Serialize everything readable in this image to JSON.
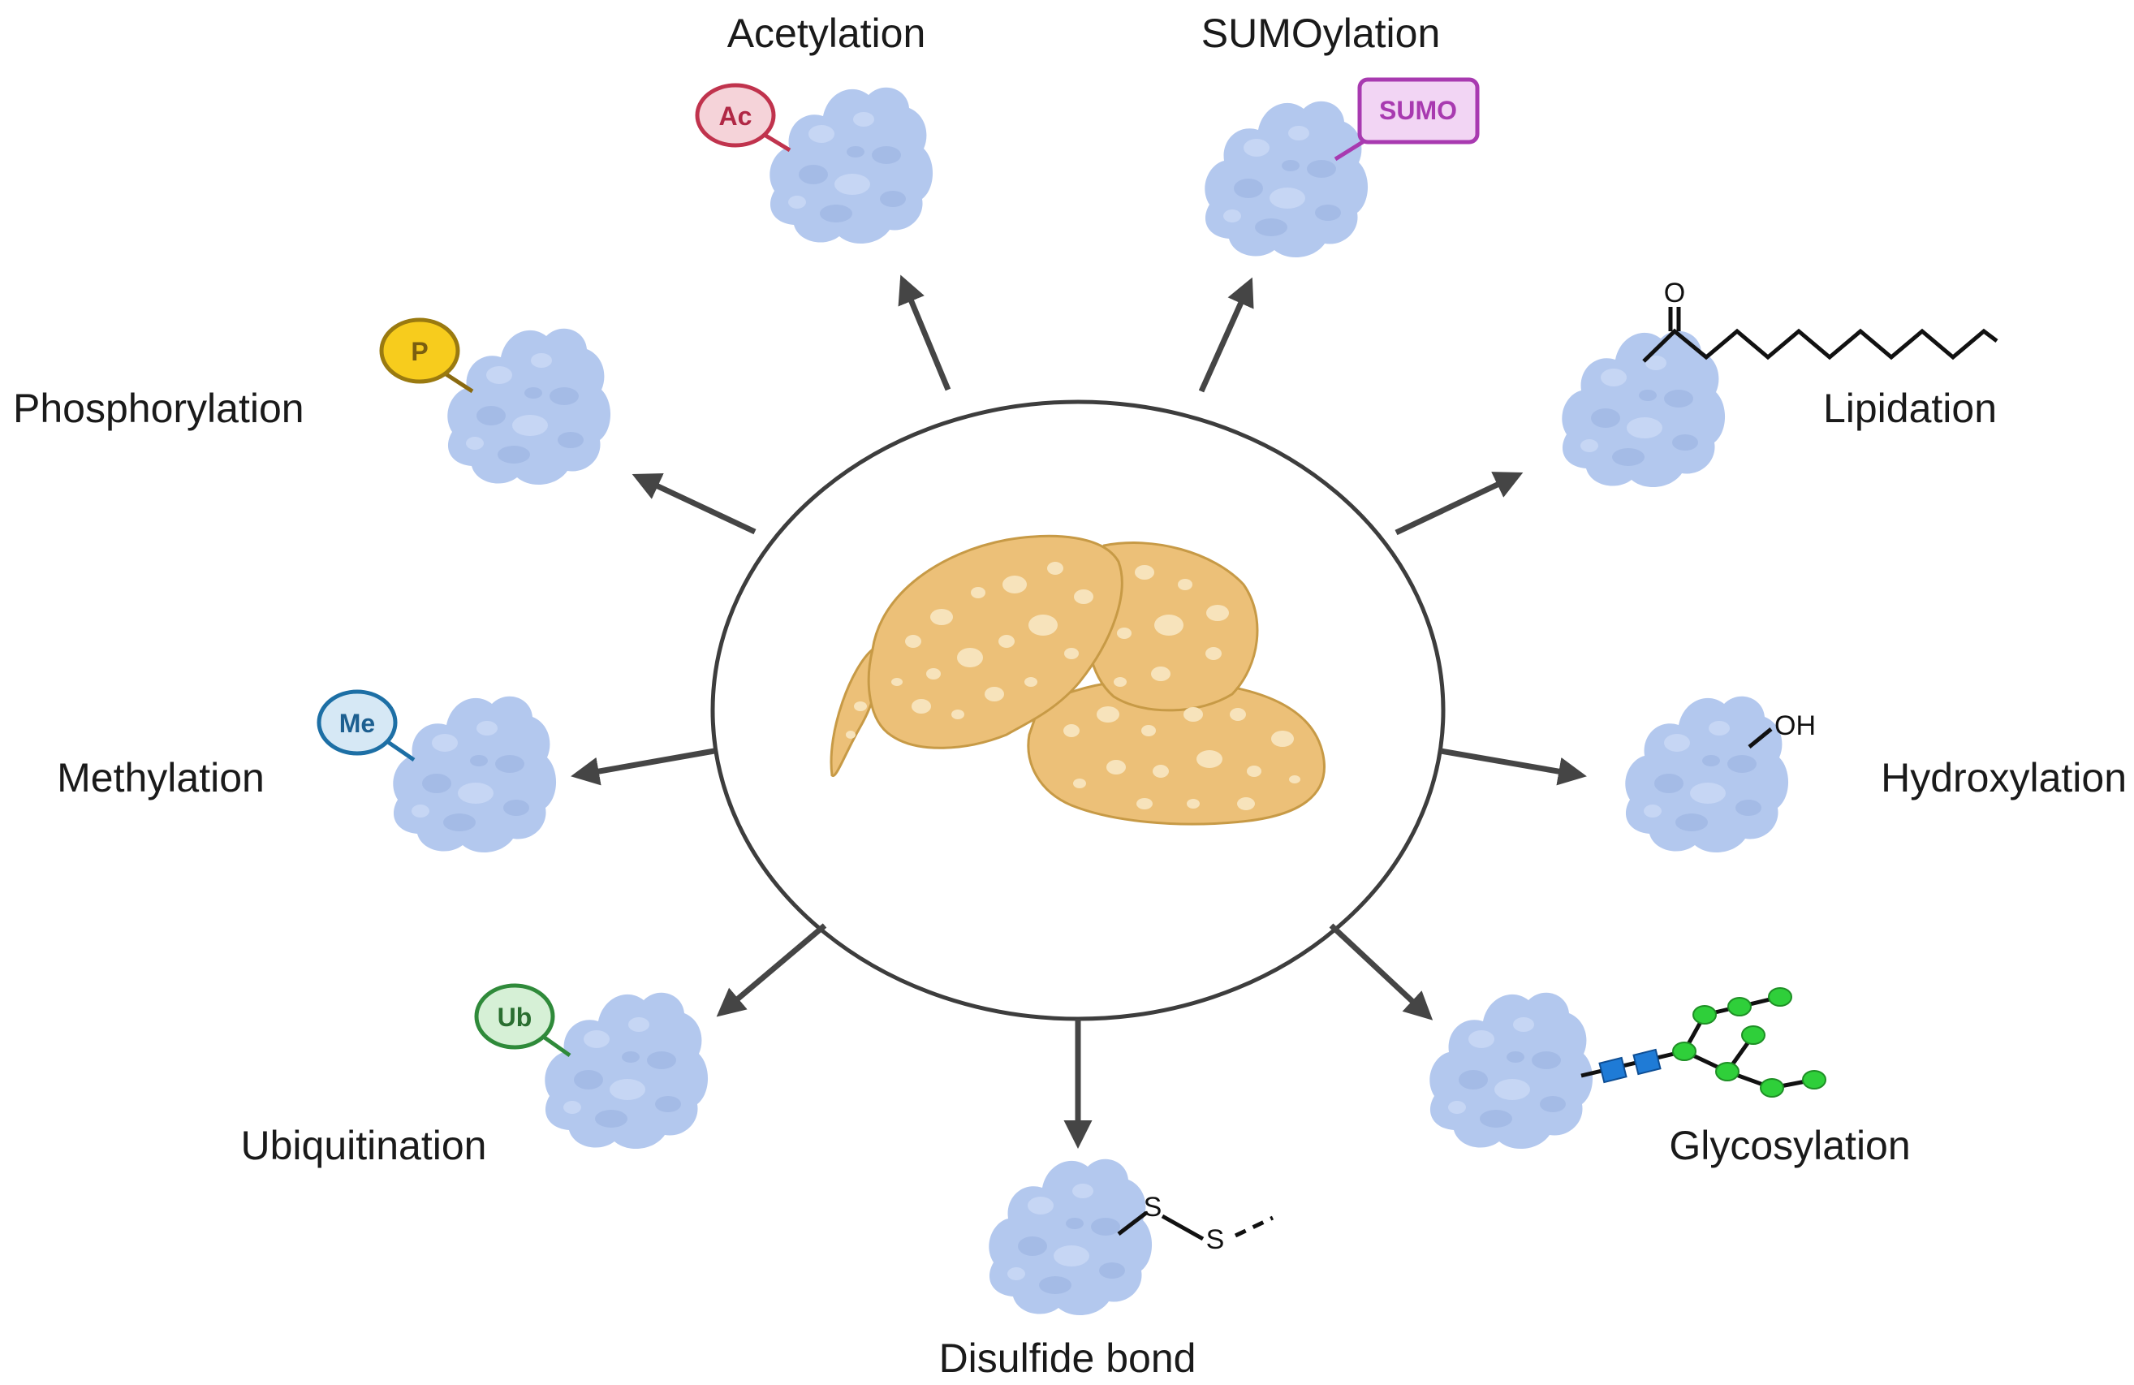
{
  "labels": {
    "acetylation": "Acetylation",
    "sumoylation": "SUMOylation",
    "lipidation": "Lipidation",
    "hydroxylation": "Hydroxylation",
    "glycosylation": "Glycosylation",
    "disulfide": "Disulfide bond",
    "ubiquitination": "Ubiquitination",
    "methylation": "Methylation",
    "phosphorylation": "Phosphorylation"
  },
  "badges": {
    "acetyl": "Ac",
    "sumo": "SUMO",
    "phospho": "P",
    "methyl": "Me",
    "ubiquitin": "Ub"
  },
  "chemistry": {
    "carbonyl_oxygen": "O",
    "hydroxyl": "OH",
    "sulfur_1": "S",
    "sulfur_2": "S"
  },
  "colors": {
    "protein_blue": "#b3c8ee",
    "liver_gold": "#ecc078",
    "arrow_gray": "#454545",
    "acetyl_red": "#c0334d",
    "sumo_purple": "#a83ab0",
    "phospho_yellow": "#f7cc1d",
    "methyl_blue": "#1d6fa5",
    "ubiquitin_green": "#2f8a3a",
    "glycan_green": "#2fcf3a",
    "glycan_blue": "#1f7bd6"
  }
}
